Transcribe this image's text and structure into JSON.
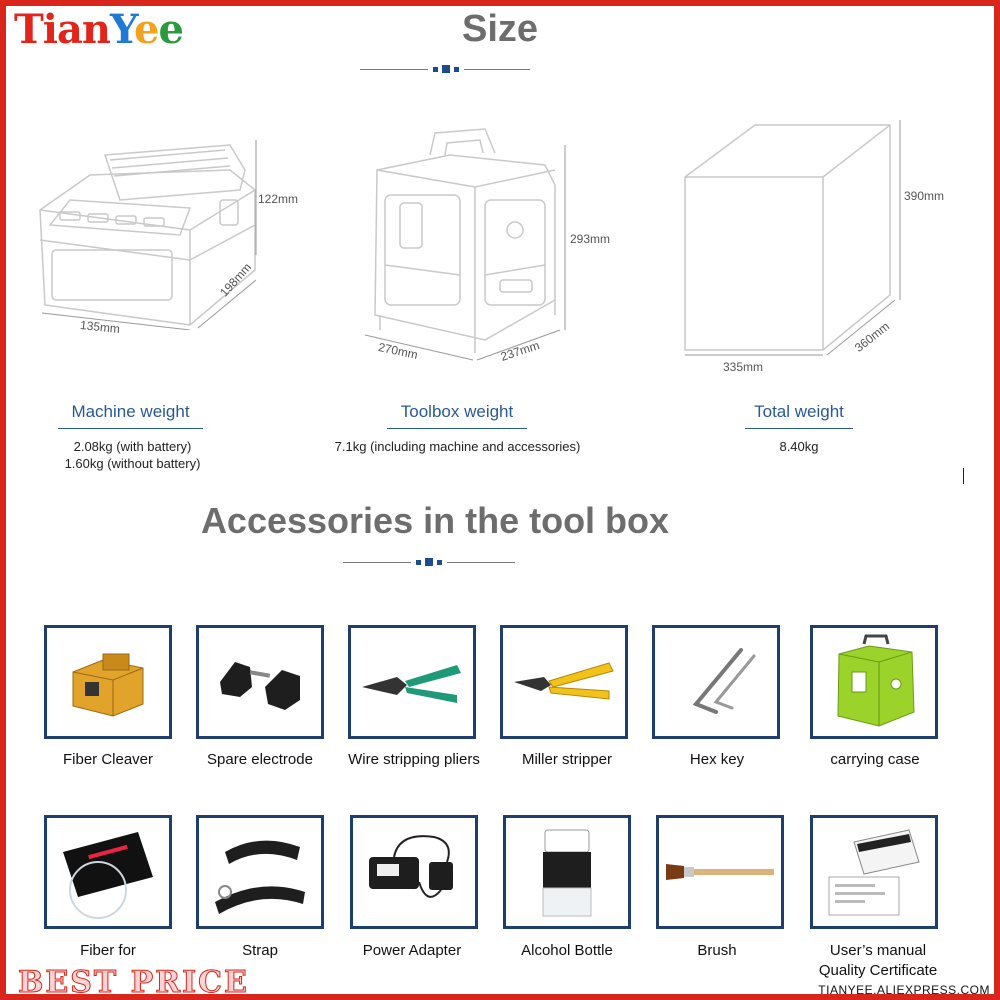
{
  "brand": {
    "part1": "Tian",
    "part2": "Y",
    "part3": "e",
    "part4": "e"
  },
  "sections": {
    "size_title": "Size",
    "accessories_title": "Accessories in the tool box"
  },
  "dimensions": {
    "machine": {
      "height": "122mm",
      "depth": "198mm",
      "width": "135mm"
    },
    "toolbox": {
      "height": "293mm",
      "width": "270mm",
      "depth": "237mm"
    },
    "box": {
      "height": "390mm",
      "width": "335mm",
      "depth": "360mm"
    }
  },
  "weights": [
    {
      "title": "Machine weight",
      "line1": "2.08kg (with battery)",
      "line2": "1.60kg (without battery)"
    },
    {
      "title": "Toolbox weight",
      "line1": "7.1kg (including machine and accessories)",
      "line2": ""
    },
    {
      "title": "Total weight",
      "line1": "8.40kg",
      "line2": ""
    }
  ],
  "accessories_row1": [
    {
      "label": "Fiber  Cleaver",
      "icon": "fiber-cleaver-icon"
    },
    {
      "label": "Spare electrode",
      "icon": "spare-electrode-icon"
    },
    {
      "label": "Wire stripping pliers",
      "icon": "wire-stripping-pliers-icon"
    },
    {
      "label": "Miller stripper",
      "icon": "miller-stripper-icon"
    },
    {
      "label": "Hex key",
      "icon": "hex-key-icon"
    },
    {
      "label": "carrying case",
      "icon": "carrying-case-icon"
    }
  ],
  "accessories_row2": [
    {
      "label": "Fiber for",
      "label2": "",
      "icon": "fiber-icon"
    },
    {
      "label": "Strap",
      "label2": "",
      "icon": "strap-icon"
    },
    {
      "label": "Power Adapter",
      "label2": "",
      "icon": "power-adapter-icon"
    },
    {
      "label": "Alcohol Bottle",
      "label2": "",
      "icon": "alcohol-bottle-icon"
    },
    {
      "label": "Brush",
      "label2": "",
      "icon": "brush-icon"
    },
    {
      "label": "User’s manual",
      "label2": "Quality Certificate",
      "icon": "manual-icon"
    }
  ],
  "banner": {
    "best_price": "BEST PRICE",
    "site": "TIANYEE.ALIEXPRESS.COM"
  },
  "colors": {
    "frame": "#d8261c",
    "heading": "#6d6d6d",
    "accent_blue": "#2a5a93",
    "card_border": "#1e3f6e",
    "pliers_green": "#1f9a78",
    "stripper_yellow": "#f2c21a",
    "case_green": "#9bd32a",
    "cleaver_gold": "#e2a32b"
  }
}
